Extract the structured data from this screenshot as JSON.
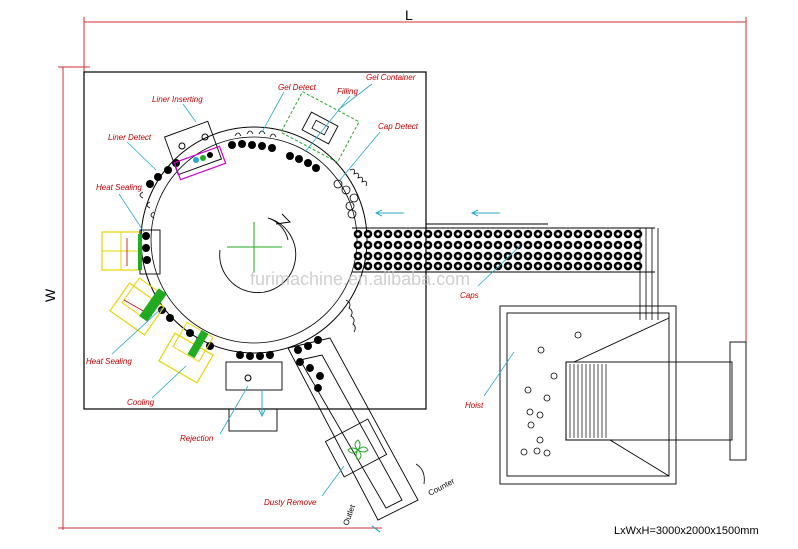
{
  "dimensions": {
    "length_label": "L",
    "width_label": "W"
  },
  "spec": "LxWxH=3000x2000x1500mm",
  "watermark": "furimachine.en.alibaba.com",
  "labels": {
    "liner_inserting": "Liner Inserting",
    "gel_detect": "Gel Detect",
    "filling": "Filling",
    "gel_container": "Gel Container",
    "cap_detect": "Cap Detect",
    "liner_detect": "Liner Detect",
    "heat_sealing_top": "Heat Sealing",
    "heat_sealing_bottom": "Heat Sealing",
    "cooling": "Cooling",
    "rejection": "Rejection",
    "caps": "Caps",
    "hoist": "Hoist",
    "dusty_remove": "Dusty Remove",
    "outlet": "Outlet",
    "counter": "Counter"
  },
  "colors": {
    "line": "#000000",
    "label_red": "#c00000",
    "arrow_cyan": "#2aa9c9",
    "green": "#22aa22",
    "yellow": "#e8d400",
    "magenta": "#cc00cc",
    "dim_red": "#d03030"
  }
}
